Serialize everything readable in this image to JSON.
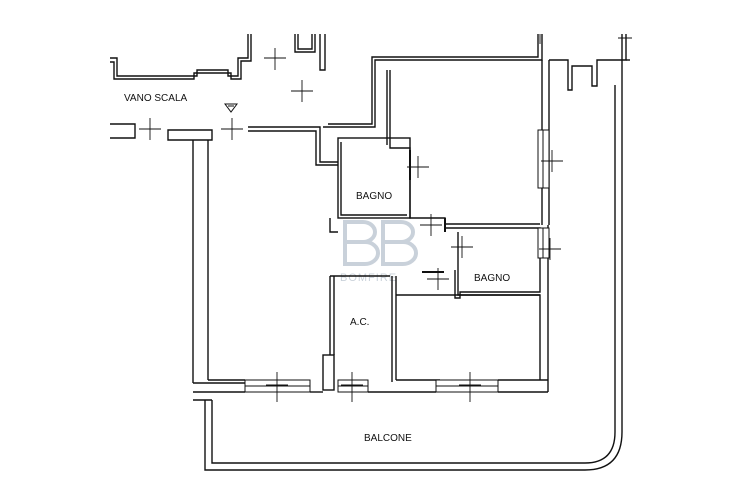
{
  "rooms": {
    "vano_scala": "VANO SCALA",
    "bagno_1": "BAGNO",
    "bagno_2": "BAGNO",
    "ac": "A.C.",
    "balcone": "BALCONE"
  },
  "watermark": {
    "text": "BOMFIRE"
  },
  "colors": {
    "wall": "#111111",
    "watermark": "#c4cdd6",
    "background": "#ffffff"
  }
}
